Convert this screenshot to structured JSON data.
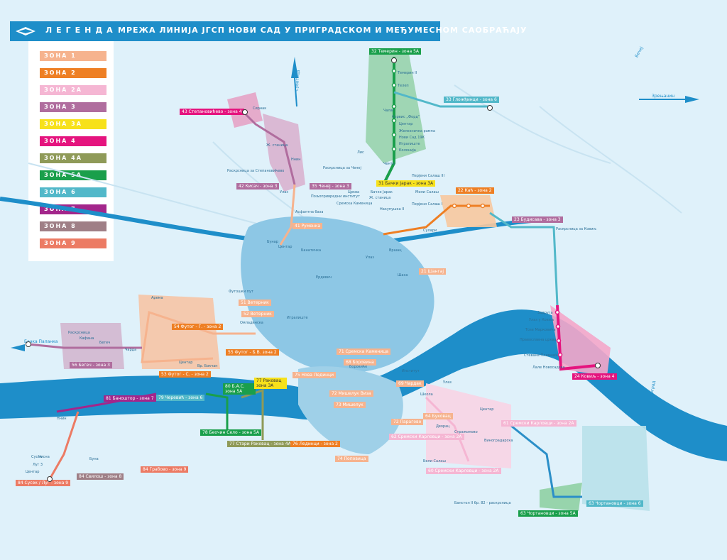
{
  "header": {
    "legend_title": "ЛЕГЕНДА",
    "map_title": "МРЕЖА ЛИНИЈА ЈГСП НОВИ САД У ПРИГРАДСКОМ И МЕЂУМЕСНОМ САОБРАЋАЈУ"
  },
  "zones": [
    {
      "label": "ЗОНА 1",
      "color": "#f6b38e"
    },
    {
      "label": "ЗОНА 2",
      "color": "#ee7f24"
    },
    {
      "label": "ЗОНА 2А",
      "color": "#f5b6d3"
    },
    {
      "label": "ЗОНА 3",
      "color": "#b06d9e"
    },
    {
      "label": "ЗОНА 3А",
      "color": "#f7e11a"
    },
    {
      "label": "ЗОНА 4",
      "color": "#e5147e"
    },
    {
      "label": "ЗОНА 4А",
      "color": "#8f9a58"
    },
    {
      "label": "ЗОНА 5А",
      "color": "#1a9f4b"
    },
    {
      "label": "ЗОНА 6",
      "color": "#52b8c9"
    },
    {
      "label": "ЗОНА 7",
      "color": "#a3268b"
    },
    {
      "label": "ЗОНА 8",
      "color": "#9f7f86"
    },
    {
      "label": "ЗОНА 9",
      "color": "#ec7b64"
    }
  ],
  "line_labels": [
    "32 Темерин - зона 5А",
    "33 Гложђинци - зона 6",
    "43 Степановићево - зона 4",
    "42 Кисач - зона 3",
    "35 Ченеј - зона 3",
    "31 Бачки Јарак - зона 3А",
    "22 Каћ - зона 2",
    "23 Будисава - зона 3",
    "21 Шангај",
    "41 Руменка",
    "51 Ветерник",
    "52 Ветерник",
    "54 Футог - Г. - зона 2",
    "55 Футог - Б.В. зона 2",
    "53 Футог - С. - зона 2",
    "56 Бегеч - зона 3",
    "71 Сремска Каменица",
    "68 Боровина",
    "69 Чардак",
    "24 Ковиљ - зона 4",
    "81 Баноштор - зона 7",
    "79 Черевић - зона 6",
    "80 Б.А.С. зона 5А",
    "77 Раковац зона 3А",
    "78 Беочин Село - зона 5А",
    "77 Стари Раковац - зона 4А",
    "76 Лединци - зона 2",
    "75 Нова Лединци",
    "73 Мишелук",
    "72 Мишелук Виза",
    "74 Поповица",
    "72 Парагово",
    "62 Сремски Карловци - зона 2А",
    "64 Буковац",
    "61 Сремски Карловци - зона 2А",
    "60 Сремски Карловци - зона 2А",
    "63 Чортановци - зона 5А",
    "63 Чортановци - зона 6",
    "84 Сусек / Луг - зона 9",
    "84 Грабово - зона 9",
    "84 Свилош - зона 8"
  ],
  "place_labels": [
    "Темерин II",
    "Телеп",
    "Чалаг",
    "Сервис „Форд“",
    "Центар",
    "Железничка рампа",
    "Нови Сад 19К",
    "Игралиште",
    "Колонија",
    "Чента",
    "Лис",
    "Раскрсница за Ченеј",
    "Перјени Салаш III",
    "Перјени Салаш I",
    "Накупушка II",
    "Ж. станица",
    "Црква",
    "Пољопривредни институт",
    "Сремска Каменица",
    "Мили Салаш",
    "Сулари",
    "Бачко Јарак",
    "Раскрсница за Ковиљ",
    "Сирнак",
    "Ж. станица",
    "Ннин",
    "Раскрсница за Степановићево",
    "Улаз",
    "Асфалтна база",
    "Бунар",
    "Центар",
    "Банатичка",
    "Улаз",
    "Вршац",
    "Шаха",
    "Ердевич",
    "Арема",
    "Центар",
    "Вр. Бокчан",
    "Футошки пут",
    "Омладинска",
    "Игралиште",
    "Раскрсница",
    "Кафана",
    "Бегеч",
    "Чарда",
    "Улаз у Ковиљ",
    "Тозе Марковића",
    "Православна црква",
    "Стевана Плавшића",
    "Лале Новосадска",
    "Задруга",
    "Институт",
    "Улаз",
    "Школа",
    "Центар",
    "Дворац",
    "Бели Салаш",
    "Виноградарска",
    "Стражилово",
    "Боровиће",
    "Сусек",
    "Луг 3",
    "Центар",
    "Чисна",
    "Ннин",
    "Буна",
    "Банстол II бр. 82 - раскрсница",
    "Београд",
    "Суботица",
    "Зрењанин",
    "Бачка Паланка",
    "Бечеј"
  ],
  "icons": [
    "route-stop-icon",
    "terminus-icon",
    "direction-arrow-icon",
    "logo-icon"
  ],
  "colors": {
    "water": "#1e8ec9",
    "city": "#8dc7e5",
    "background": "#dff1fa",
    "road": "#2b8fc8"
  }
}
